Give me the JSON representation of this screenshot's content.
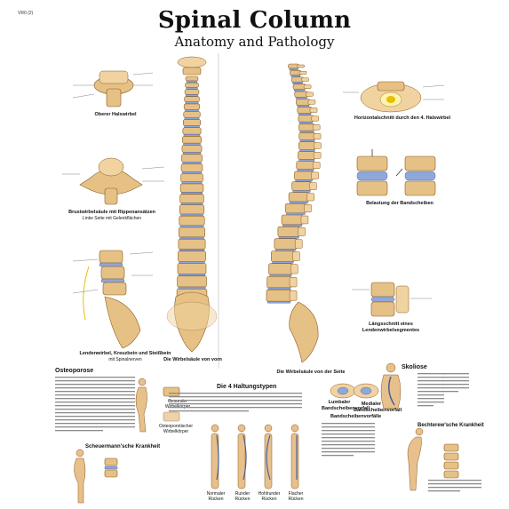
{
  "poster": {
    "code": "VR0 (2)",
    "title": "Spinal Column",
    "subtitle": "Anatomy and Pathology"
  },
  "figures": {
    "atlas": "Oberer Halswirbel",
    "thoracic_vertebra": "Brustwirbelsäule mit Rippenansätzen",
    "thoracic_sub": "Linke Seite mit Gelenkflächen",
    "lumbar": "Lendenwirbel, Kreuzbein und Steißbein",
    "lumbar_sub": "mit Spinalnerven",
    "front_view": "Die Wirbelsäule von vorn",
    "side_view": "Die Wirbelsäule von der Seite",
    "cross_section": "Horizontalschnitt durch den 4. Halswirbel",
    "disc_load": "Belastung der Bandscheiben",
    "longitudinal": "Längsschnitt eines",
    "longitudinal2": "Lendenwirbelsegmentes"
  },
  "sections": {
    "osteoporosis": "Osteoporose",
    "normal_vertebra": "Gesunder Wirbelkörper",
    "osteo_vertebra": "Osteoporotischer Wirbelkörper",
    "scheuermann": "Scheuermann'sche Krankheit",
    "posture_types": "Die 4 Haltungstypen",
    "posture_1": "Normaler Rücken",
    "posture_2": "Runder Rücken",
    "posture_3": "Hohlrunder Rücken",
    "posture_4": "Flacher Rücken",
    "herniation": "Bandscheibenvorfälle",
    "lumbar_disc": "Lumbaler Bandscheibenvorfall",
    "medial_disc": "Medialer Bandscheibenvorfall",
    "scoliosis": "Skoliose",
    "bechterew": "Bechterew'sche Krankheit"
  }
}
